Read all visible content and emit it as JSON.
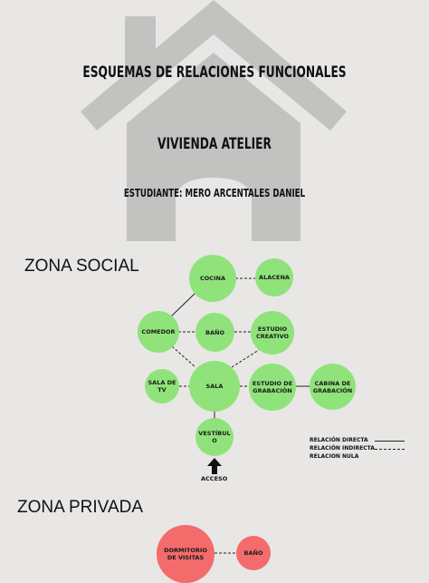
{
  "header": {
    "title": "ESQUEMAS DE RELACIONES FUNCIONALES",
    "project": "VIVIENDA ATELIER",
    "student": "ESTUDIANTE: MERO ARCENTALES DANIEL"
  },
  "zona_social": {
    "heading": "ZONA SOCIAL",
    "nodes": {
      "cocina": "COCINA",
      "alacena": "ALACENA",
      "comedor": "COMEDOR",
      "bano": "BAÑO",
      "estudio_creativo": "ESTUDIO\nCREATIVO",
      "sala_tv": "SALA DE\nTV",
      "sala": "SALA",
      "estudio_grabacion": "ESTUDIO DE\nGRABACIÓN",
      "cabina": "CABINA DE\nGRABACIÓN",
      "vestibulo": "VESTÍBUL\nO"
    },
    "access_label": "ACCESO"
  },
  "legend": {
    "directa": "RELACIÓN DIRECTA",
    "indirecta": "RELACIÓN INDIRECTA",
    "nula": "RELACION NULA"
  },
  "zona_privada": {
    "heading": "ZONA PRIVADA",
    "nodes": {
      "dormitorio": "DORMITORIO\nDE VISITAS",
      "bano": "BAÑO"
    }
  },
  "colors": {
    "background": "#e8e7e5",
    "house_icon": "#c2c2c1",
    "social_node": "#8fe37a",
    "private_node": "#f36b6b"
  }
}
